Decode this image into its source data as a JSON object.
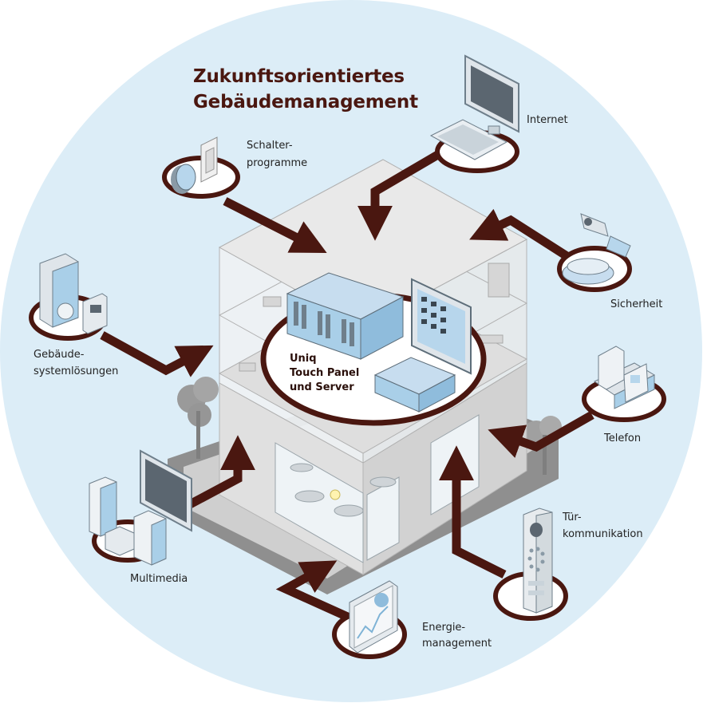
{
  "title": {
    "line1": "Zukunftsorientiertes",
    "line2": "Gebäudemanagement"
  },
  "center": {
    "line1": "Uniq",
    "line2": "Touch Panel",
    "line3": "und Server"
  },
  "nodes": [
    {
      "id": "schalter",
      "line1": "Schalter-",
      "line2": "programme",
      "icon": "switch-icon"
    },
    {
      "id": "internet",
      "line1": "Internet",
      "icon": "computer-icon"
    },
    {
      "id": "sicherheit",
      "line1": "Sicherheit",
      "icon": "security-camera-icon"
    },
    {
      "id": "gebaeude",
      "line1": "Gebäude-",
      "line2": "systemlösungen",
      "icon": "building-system-icon"
    },
    {
      "id": "telefon",
      "line1": "Telefon",
      "icon": "telephone-icon"
    },
    {
      "id": "tuer",
      "line1": "Tür-",
      "line2": "kommunikation",
      "icon": "door-intercom-icon"
    },
    {
      "id": "multimedia",
      "line1": "Multimedia",
      "icon": "multimedia-icon"
    },
    {
      "id": "energie",
      "line1": "Energie-",
      "line2": "management",
      "icon": "energy-monitor-icon"
    }
  ],
  "colors": {
    "background_circle": "#dcedf7",
    "arrow": "#4a1710",
    "accent": "#a9cfe8"
  }
}
